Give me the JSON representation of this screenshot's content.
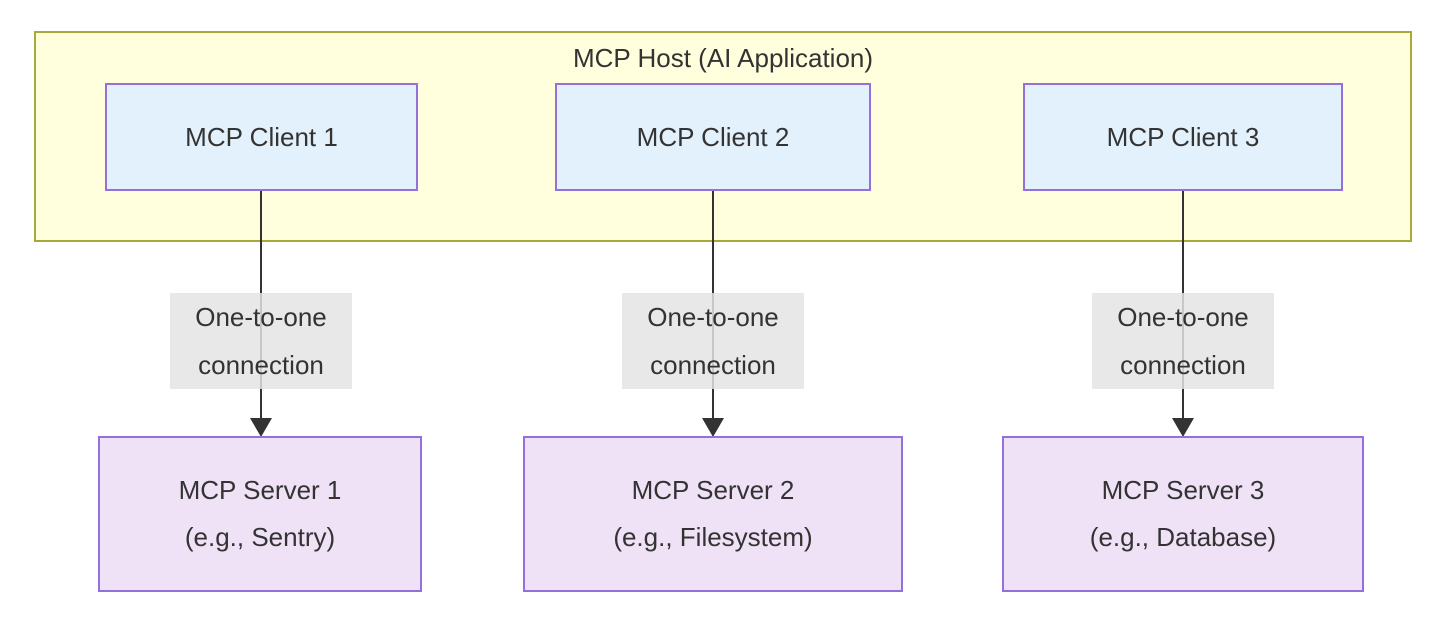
{
  "diagram": {
    "host": {
      "label": "MCP Host (AI Application)"
    },
    "clients": [
      {
        "label": "MCP Client 1"
      },
      {
        "label": "MCP Client 2"
      },
      {
        "label": "MCP Client 3"
      }
    ],
    "edges": [
      {
        "lines": [
          "One-to-one",
          "connection"
        ]
      },
      {
        "lines": [
          "One-to-one",
          "connection"
        ]
      },
      {
        "lines": [
          "One-to-one",
          "connection"
        ]
      }
    ],
    "servers": [
      {
        "lines": [
          "MCP Server 1",
          "(e.g., Sentry)"
        ]
      },
      {
        "lines": [
          "MCP Server 2",
          "(e.g., Filesystem)"
        ]
      },
      {
        "lines": [
          "MCP Server 3",
          "(e.g., Database)"
        ]
      }
    ],
    "colors": {
      "host_fill": "#ffffde",
      "host_border": "#a9a93a",
      "client_fill": "#e3f1fc",
      "client_border": "#9370db",
      "server_fill": "#efe2f7",
      "server_border": "#9370db",
      "edge_color": "#333333",
      "edge_label_bg": "#e8e8e8",
      "text_color": "#333333",
      "canvas_bg": "#ffffff"
    }
  }
}
